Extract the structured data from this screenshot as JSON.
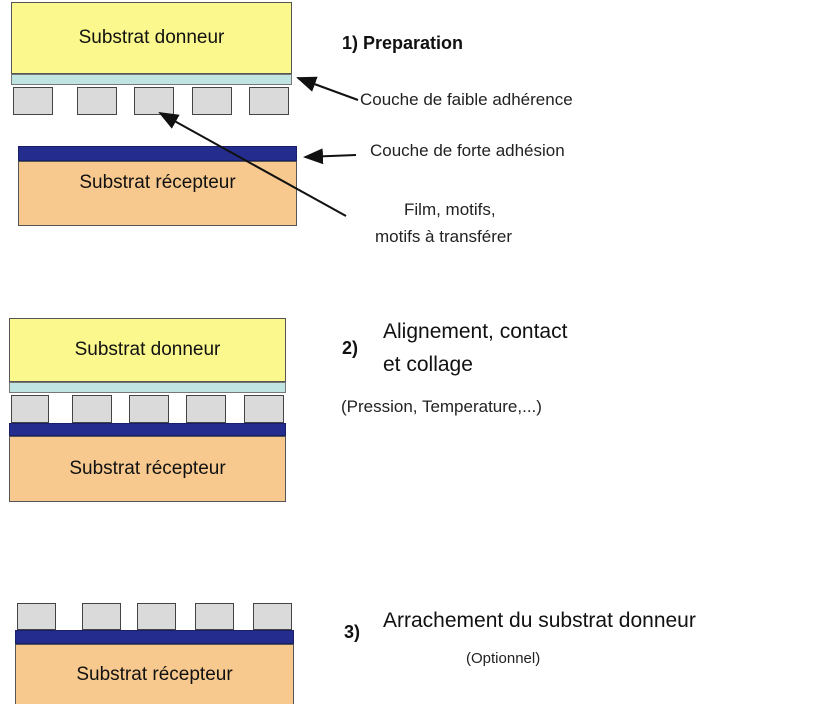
{
  "step1": {
    "title": "1) Preparation",
    "donor": "Substrat donneur",
    "receiver": "Substrat récepteur",
    "weak_layer": "Couche de faible adhérence",
    "strong_layer": "Couche de forte adhésion",
    "film_line1": "Film, motifs,",
    "film_line2": "motifs à transférer"
  },
  "step2": {
    "number": "2)",
    "title_line1": "Alignement, contact",
    "title_line2": "et collage",
    "subtitle": "(Pression, Temperature,...)",
    "donor": "Substrat donneur",
    "receiver": "Substrat récepteur"
  },
  "step3": {
    "number": "3)",
    "title": "Arrachement du substrat donneur",
    "subtitle": "(Optionnel)",
    "receiver": "Substrat récepteur"
  },
  "colors": {
    "donor": "#fbf98d",
    "receiver": "#f7c98f",
    "weak_adhesion_layer": "#bfe4e1",
    "strong_adhesion_layer": "#242c8e",
    "motifs": "#dadada"
  }
}
